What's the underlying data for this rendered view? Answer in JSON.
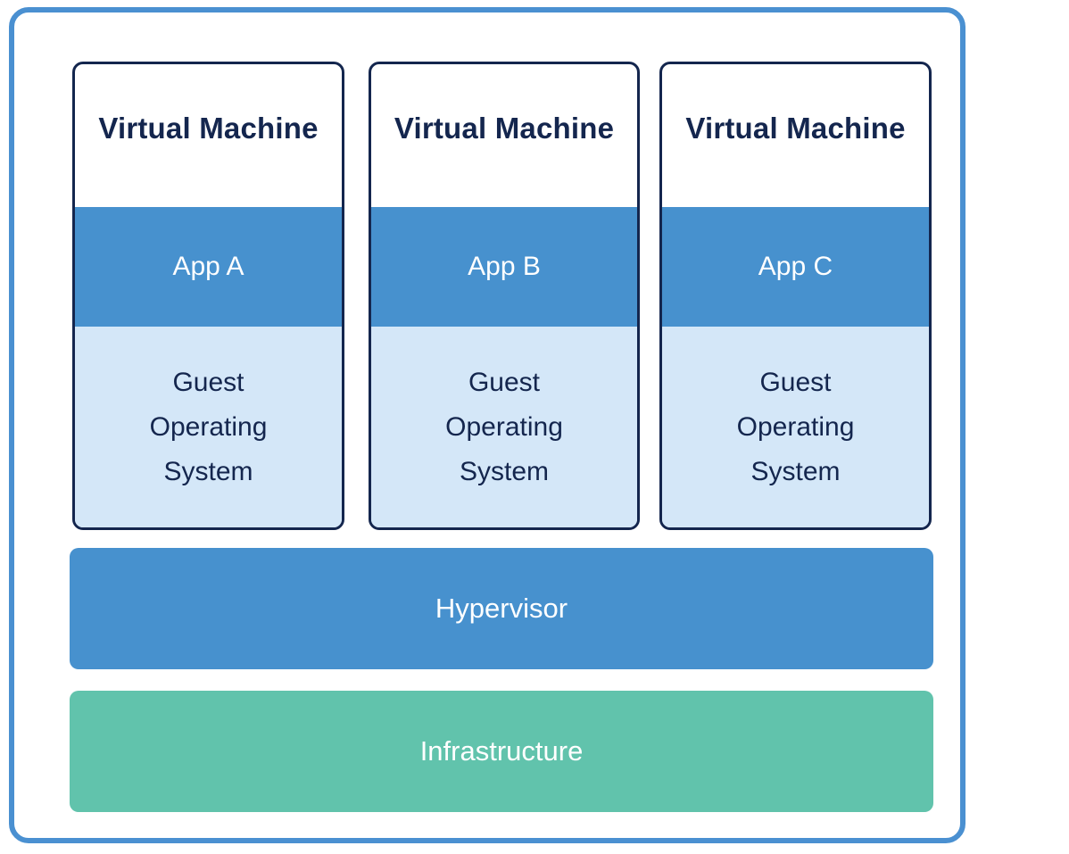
{
  "diagram": {
    "type": "virtualization-architecture",
    "vms": [
      {
        "title": "Virtual Machine",
        "app": "App A",
        "os": "Guest Operating System"
      },
      {
        "title": "Virtual Machine",
        "app": "App B",
        "os": "Guest Operating System"
      },
      {
        "title": "Virtual Machine",
        "app": "App C",
        "os": "Guest Operating System"
      }
    ],
    "layers": {
      "hypervisor_label": "Hypervisor",
      "infrastructure_label": "Infrastructure"
    },
    "colors": {
      "outer_border": "#4A90D1",
      "app_bar": "#4791CE",
      "guest_os_bg": "#D4E7F8",
      "navy": "#14264E",
      "hypervisor": "#4791CE",
      "infrastructure": "#61C3AC",
      "label_light": "#FFFFFF"
    }
  }
}
